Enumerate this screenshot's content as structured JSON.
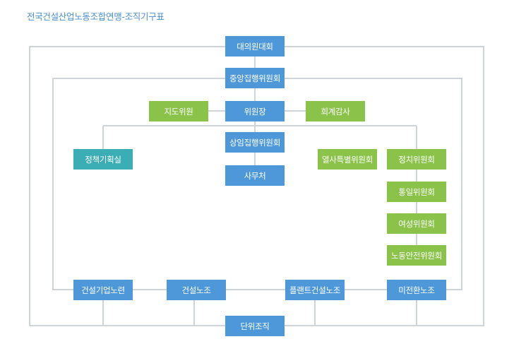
{
  "title": "전국건설산업노동조합연맹-조직기구표",
  "colors": {
    "blue": "#4e98d9",
    "green": "#8bc34a",
    "teal": "#3aaeb4",
    "line": "#cfd4d9",
    "title": "#4a8fd0"
  },
  "nodes": {
    "congress": "대의원대회",
    "central_exec": "중앙집행위원회",
    "guidance": "지도위원",
    "chairman": "위원장",
    "audit": "회계감사",
    "standing_exec": "상임집행위원회",
    "policy_office": "정책기획실",
    "secretariat": "사무처",
    "martyrs": "열사특별위원회",
    "politics": "정치위원회",
    "unification": "통일위원회",
    "women": "여성위원회",
    "safety": "노동안전위원회",
    "construction_corp": "건설기업노련",
    "construction_union": "건설노조",
    "plant_union": "플랜트건설노조",
    "unorganized": "미전환노조",
    "unit_org": "단위조직"
  }
}
